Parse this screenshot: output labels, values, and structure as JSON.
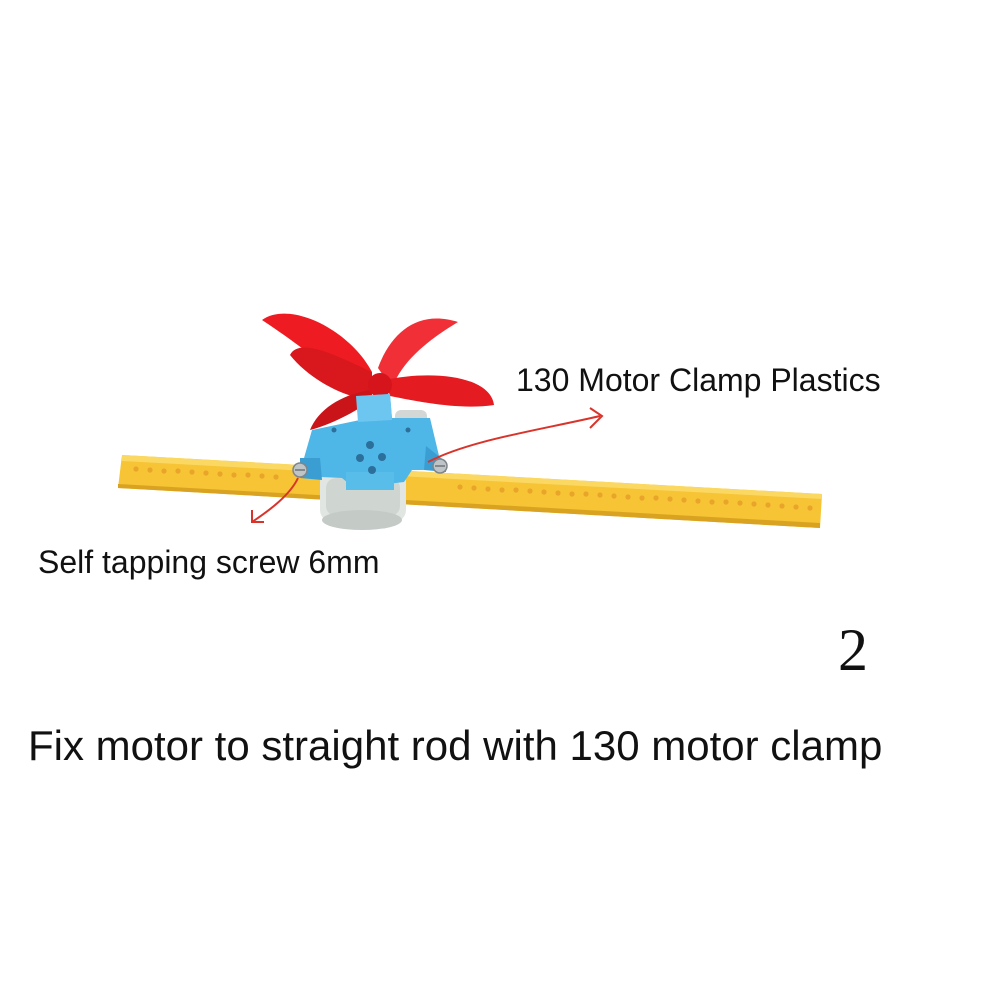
{
  "labels": {
    "clamp": "130 Motor Clamp Plastics",
    "screw": "Self tapping screw 6mm"
  },
  "step_number": "2",
  "caption": "Fix motor to straight rod with 130 motor clamp",
  "colors": {
    "rod": "#f7c836",
    "propeller": "#ee1c22",
    "clamp": "#4eb3e6",
    "motor": "#dfe3e0",
    "arrow": "#d9342b"
  }
}
